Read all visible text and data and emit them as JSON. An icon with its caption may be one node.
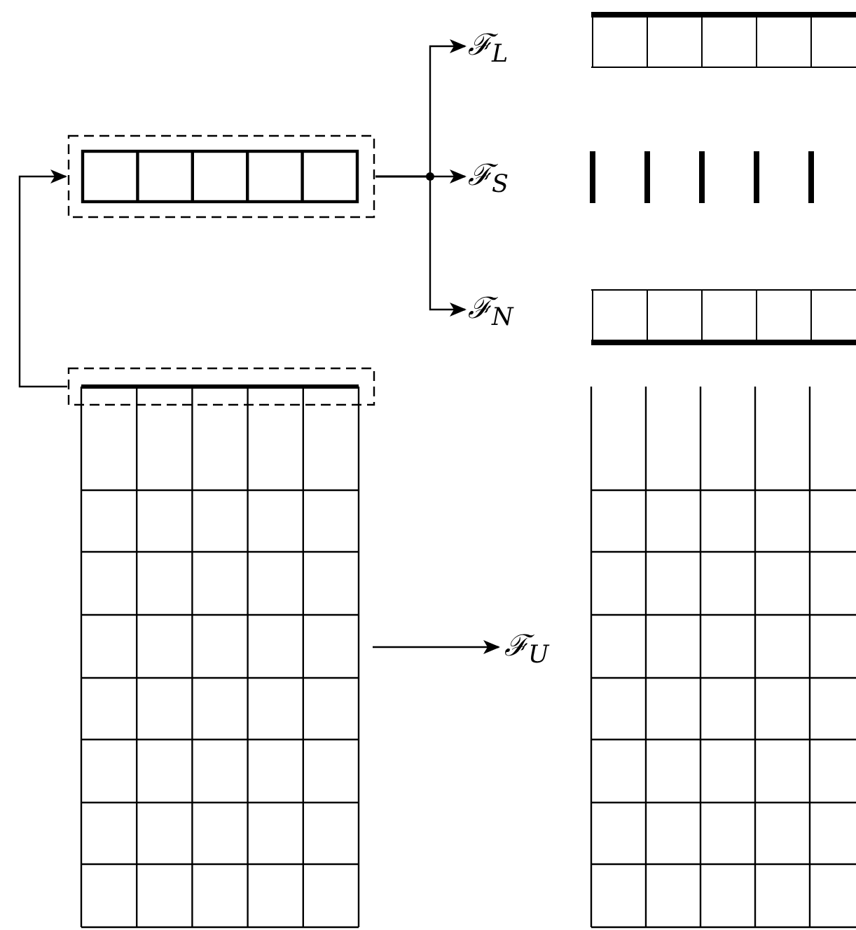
{
  "diagram": {
    "nodes": [
      {
        "text": [],
        "shape": "box"
      },
      {
        "text": [],
        "shape": "bar",
        "in": 0
      },
      {
        "text": [],
        "shape": "box"
      },
      {
        "text": [],
        "shape": "grid"
      },
      {
        "text": [
          "ℱ$_{L}$"
        ]
      },
      {
        "text": [
          "ℱ$_{S}$"
        ]
      },
      {
        "text": [
          "ℱ$_{N}$"
        ]
      },
      {
        "text": [
          "ℱ$_{U}$"
        ]
      },
      {
        "text": [],
        "shape": "bar"
      },
      {
        "text": [],
        "shape": "bar"
      },
      {
        "text": [],
        "shape": "bar"
      },
      {
        "text": [],
        "shape": "grid"
      }
    ],
    "edges": [
      {
        "from": 2,
        "to": 0,
        "arrow": "to"
      },
      {
        "from": 0,
        "to": 4,
        "arrow": "to"
      },
      {
        "from": 0,
        "to": 5,
        "arrow": "to"
      },
      {
        "from": 0,
        "to": 6,
        "arrow": "to"
      },
      {
        "from": 3,
        "to": 7,
        "arrow": "to"
      }
    ]
  }
}
